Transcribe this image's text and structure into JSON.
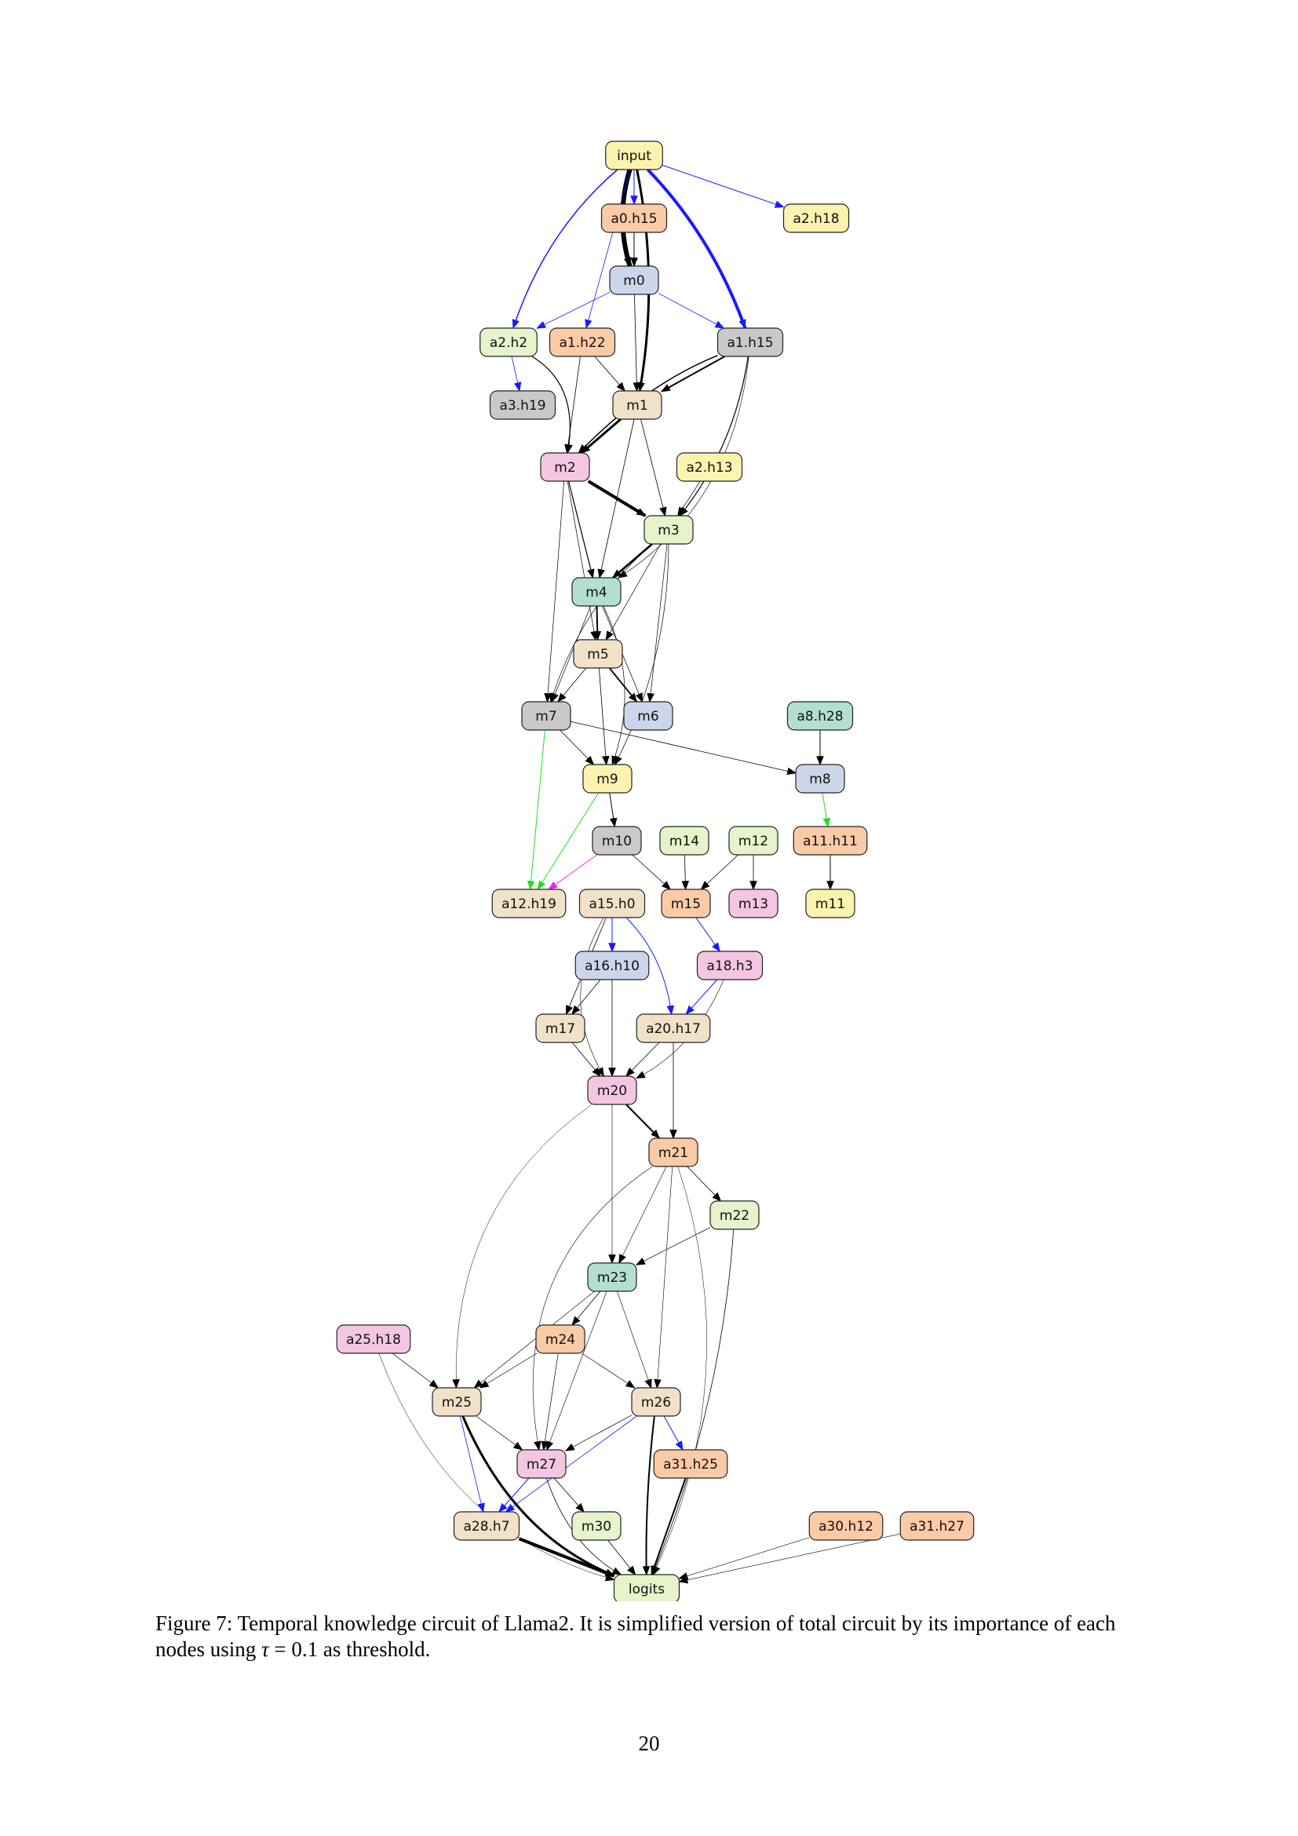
{
  "colors": {
    "yellow": "#fdf3b0",
    "peach": "#fbcaa6",
    "blue": "#ccd6ea",
    "lightgreen": "#e6f3cb",
    "grey": "#c9c9c9",
    "pink": "#f4c6e2",
    "beige": "#f1e1c8",
    "teal": "#b2e0cd",
    "edge_black": "#000000",
    "edge_blue": "#1a1aff",
    "edge_green": "#22dd22",
    "edge_magenta": "#ee22ee"
  },
  "nodes": [
    {
      "id": "input",
      "label": "input",
      "color": "yellow"
    },
    {
      "id": "a0h15",
      "label": "a0.h15",
      "color": "peach"
    },
    {
      "id": "a2h18",
      "label": "a2.h18",
      "color": "yellow"
    },
    {
      "id": "m0",
      "label": "m0",
      "color": "blue"
    },
    {
      "id": "a2h2",
      "label": "a2.h2",
      "color": "lightgreen"
    },
    {
      "id": "a1h22",
      "label": "a1.h22",
      "color": "peach"
    },
    {
      "id": "a1h15",
      "label": "a1.h15",
      "color": "grey"
    },
    {
      "id": "a3h19",
      "label": "a3.h19",
      "color": "grey"
    },
    {
      "id": "m1",
      "label": "m1",
      "color": "beige"
    },
    {
      "id": "m2",
      "label": "m2",
      "color": "pink"
    },
    {
      "id": "a2h13",
      "label": "a2.h13",
      "color": "yellow"
    },
    {
      "id": "m3",
      "label": "m3",
      "color": "lightgreen"
    },
    {
      "id": "m4",
      "label": "m4",
      "color": "teal"
    },
    {
      "id": "m5",
      "label": "m5",
      "color": "beige"
    },
    {
      "id": "m7",
      "label": "m7",
      "color": "grey"
    },
    {
      "id": "m6",
      "label": "m6",
      "color": "blue"
    },
    {
      "id": "a8h28",
      "label": "a8.h28",
      "color": "teal"
    },
    {
      "id": "m9",
      "label": "m9",
      "color": "yellow"
    },
    {
      "id": "m8",
      "label": "m8",
      "color": "blue"
    },
    {
      "id": "m10",
      "label": "m10",
      "color": "grey"
    },
    {
      "id": "m14",
      "label": "m14",
      "color": "lightgreen"
    },
    {
      "id": "m12",
      "label": "m12",
      "color": "lightgreen"
    },
    {
      "id": "a11h11",
      "label": "a11.h11",
      "color": "peach"
    },
    {
      "id": "a12h19",
      "label": "a12.h19",
      "color": "beige"
    },
    {
      "id": "a15h0",
      "label": "a15.h0",
      "color": "beige"
    },
    {
      "id": "m15",
      "label": "m15",
      "color": "peach"
    },
    {
      "id": "m13",
      "label": "m13",
      "color": "pink"
    },
    {
      "id": "m11",
      "label": "m11",
      "color": "yellow"
    },
    {
      "id": "a16h10",
      "label": "a16.h10",
      "color": "blue"
    },
    {
      "id": "a18h3",
      "label": "a18.h3",
      "color": "pink"
    },
    {
      "id": "m17",
      "label": "m17",
      "color": "beige"
    },
    {
      "id": "a20h17",
      "label": "a20.h17",
      "color": "beige"
    },
    {
      "id": "m20",
      "label": "m20",
      "color": "pink"
    },
    {
      "id": "m21",
      "label": "m21",
      "color": "peach"
    },
    {
      "id": "m22",
      "label": "m22",
      "color": "lightgreen"
    },
    {
      "id": "m23",
      "label": "m23",
      "color": "teal"
    },
    {
      "id": "a25h18",
      "label": "a25.h18",
      "color": "pink"
    },
    {
      "id": "m24",
      "label": "m24",
      "color": "peach"
    },
    {
      "id": "m25",
      "label": "m25",
      "color": "beige"
    },
    {
      "id": "m26",
      "label": "m26",
      "color": "beige"
    },
    {
      "id": "m27",
      "label": "m27",
      "color": "pink"
    },
    {
      "id": "a31h25",
      "label": "a31.h25",
      "color": "peach"
    },
    {
      "id": "a28h7",
      "label": "a28.h7",
      "color": "beige"
    },
    {
      "id": "m30",
      "label": "m30",
      "color": "lightgreen"
    },
    {
      "id": "a30h12",
      "label": "a30.h12",
      "color": "peach"
    },
    {
      "id": "a31h27",
      "label": "a31.h27",
      "color": "peach"
    },
    {
      "id": "logits",
      "label": "logits",
      "color": "lightgreen"
    }
  ],
  "edges": [
    {
      "from": "input",
      "to": "a0h15",
      "color": "edge_blue",
      "weight": 1
    },
    {
      "from": "input",
      "to": "a2h18",
      "color": "edge_blue",
      "weight": 1
    },
    {
      "from": "input",
      "to": "m0",
      "color": "edge_black",
      "weight": 6
    },
    {
      "from": "input",
      "to": "a2h2",
      "color": "edge_blue",
      "weight": 1.5
    },
    {
      "from": "input",
      "to": "a1h22",
      "color": "edge_blue",
      "weight": 0.8
    },
    {
      "from": "input",
      "to": "a1h15",
      "color": "edge_blue",
      "weight": 4
    },
    {
      "from": "input",
      "to": "m1",
      "color": "edge_black",
      "weight": 3
    },
    {
      "from": "a0h15",
      "to": "m0",
      "color": "edge_black",
      "weight": 1
    },
    {
      "from": "m0",
      "to": "a2h2",
      "color": "edge_blue",
      "weight": 0.8
    },
    {
      "from": "m0",
      "to": "a1h15",
      "color": "edge_blue",
      "weight": 0.8
    },
    {
      "from": "m0",
      "to": "m1",
      "color": "edge_black",
      "weight": 0.8
    },
    {
      "from": "a2h2",
      "to": "a3h19",
      "color": "edge_blue",
      "weight": 0.8
    },
    {
      "from": "a2h2",
      "to": "m2",
      "color": "edge_black",
      "weight": 1.2
    },
    {
      "from": "a1h22",
      "to": "m1",
      "color": "edge_black",
      "weight": 0.8
    },
    {
      "from": "a1h22",
      "to": "m2",
      "color": "edge_black",
      "weight": 0.8
    },
    {
      "from": "a1h15",
      "to": "m1",
      "color": "edge_black",
      "weight": 2
    },
    {
      "from": "a1h15",
      "to": "m2",
      "color": "edge_black",
      "weight": 1.5
    },
    {
      "from": "a1h15",
      "to": "m3",
      "color": "edge_black",
      "weight": 1.2
    },
    {
      "from": "a1h15",
      "to": "m4",
      "color": "edge_black",
      "weight": 0.6
    },
    {
      "from": "m1",
      "to": "m2",
      "color": "edge_black",
      "weight": 3
    },
    {
      "from": "m1",
      "to": "m3",
      "color": "edge_black",
      "weight": 0.8
    },
    {
      "from": "m1",
      "to": "m4",
      "color": "edge_black",
      "weight": 0.8
    },
    {
      "from": "m2",
      "to": "m3",
      "color": "edge_black",
      "weight": 4
    },
    {
      "from": "m2",
      "to": "m4",
      "color": "edge_black",
      "weight": 1.2
    },
    {
      "from": "m2",
      "to": "m5",
      "color": "edge_black",
      "weight": 0.7
    },
    {
      "from": "m2",
      "to": "m7",
      "color": "edge_black",
      "weight": 0.7
    },
    {
      "from": "a2h13",
      "to": "m3",
      "color": "edge_black",
      "weight": 0.7
    },
    {
      "from": "m3",
      "to": "m4",
      "color": "edge_black",
      "weight": 2.5
    },
    {
      "from": "m3",
      "to": "m5",
      "color": "edge_black",
      "weight": 0.7
    },
    {
      "from": "m3",
      "to": "m6",
      "color": "edge_black",
      "weight": 0.7
    },
    {
      "from": "m3",
      "to": "m7",
      "color": "edge_black",
      "weight": 0.7
    },
    {
      "from": "m3",
      "to": "m9",
      "color": "edge_black",
      "weight": 0.7
    },
    {
      "from": "m4",
      "to": "m5",
      "color": "edge_black",
      "weight": 2
    },
    {
      "from": "m4",
      "to": "m6",
      "color": "edge_black",
      "weight": 0.7
    },
    {
      "from": "m4",
      "to": "m7",
      "color": "edge_black",
      "weight": 0.7
    },
    {
      "from": "m4",
      "to": "m9",
      "color": "edge_black",
      "weight": 0.7
    },
    {
      "from": "m5",
      "to": "m6",
      "color": "edge_black",
      "weight": 1.8
    },
    {
      "from": "m5",
      "to": "m7",
      "color": "edge_black",
      "weight": 0.8
    },
    {
      "from": "m5",
      "to": "m9",
      "color": "edge_black",
      "weight": 0.8
    },
    {
      "from": "m7",
      "to": "m9",
      "color": "edge_black",
      "weight": 0.8
    },
    {
      "from": "m7",
      "to": "m8",
      "color": "edge_black",
      "weight": 0.8
    },
    {
      "from": "m7",
      "to": "a12h19",
      "color": "edge_green",
      "weight": 1
    },
    {
      "from": "a8h28",
      "to": "m8",
      "color": "edge_black",
      "weight": 1
    },
    {
      "from": "m8",
      "to": "a11h11",
      "color": "edge_green",
      "weight": 1
    },
    {
      "from": "m9",
      "to": "m10",
      "color": "edge_black",
      "weight": 1
    },
    {
      "from": "m9",
      "to": "a12h19",
      "color": "edge_green",
      "weight": 1
    },
    {
      "from": "m10",
      "to": "a12h19",
      "color": "edge_magenta",
      "weight": 1
    },
    {
      "from": "m10",
      "to": "m15",
      "color": "edge_black",
      "weight": 0.8
    },
    {
      "from": "m14",
      "to": "m15",
      "color": "edge_black",
      "weight": 0.8
    },
    {
      "from": "m12",
      "to": "m15",
      "color": "edge_black",
      "weight": 0.8
    },
    {
      "from": "m12",
      "to": "m13",
      "color": "edge_black",
      "weight": 0.8
    },
    {
      "from": "a11h11",
      "to": "m11",
      "color": "edge_black",
      "weight": 1
    },
    {
      "from": "a15h0",
      "to": "a16h10",
      "color": "edge_blue",
      "weight": 1
    },
    {
      "from": "a15h0",
      "to": "a20h17",
      "color": "edge_blue",
      "weight": 1
    },
    {
      "from": "a15h0",
      "to": "m17",
      "color": "edge_black",
      "weight": 0.8
    },
    {
      "from": "a15h0",
      "to": "m20",
      "color": "edge_black",
      "weight": 0.6
    },
    {
      "from": "m15",
      "to": "a18h3",
      "color": "edge_blue",
      "weight": 1
    },
    {
      "from": "a16h10",
      "to": "m17",
      "color": "edge_black",
      "weight": 0.8
    },
    {
      "from": "a16h10",
      "to": "m20",
      "color": "edge_black",
      "weight": 0.8
    },
    {
      "from": "a18h3",
      "to": "a20h17",
      "color": "edge_blue",
      "weight": 1
    },
    {
      "from": "a18h3",
      "to": "m20",
      "color": "edge_black",
      "weight": 0.6
    },
    {
      "from": "m17",
      "to": "m20",
      "color": "edge_black",
      "weight": 0.8
    },
    {
      "from": "a20h17",
      "to": "m20",
      "color": "edge_black",
      "weight": 0.8
    },
    {
      "from": "a20h17",
      "to": "m21",
      "color": "edge_black",
      "weight": 0.8
    },
    {
      "from": "m20",
      "to": "m21",
      "color": "edge_black",
      "weight": 2
    },
    {
      "from": "m20",
      "to": "m23",
      "color": "edge_black",
      "weight": 0.6
    },
    {
      "from": "m20",
      "to": "m25",
      "color": "edge_black",
      "weight": 0.5
    },
    {
      "from": "m21",
      "to": "m22",
      "color": "edge_black",
      "weight": 0.8
    },
    {
      "from": "m21",
      "to": "m23",
      "color": "edge_black",
      "weight": 0.6
    },
    {
      "from": "m21",
      "to": "m26",
      "color": "edge_black",
      "weight": 0.6
    },
    {
      "from": "m21",
      "to": "m27",
      "color": "edge_black",
      "weight": 0.6
    },
    {
      "from": "m21",
      "to": "logits",
      "color": "edge_black",
      "weight": 0.5
    },
    {
      "from": "m22",
      "to": "m23",
      "color": "edge_black",
      "weight": 0.7
    },
    {
      "from": "m22",
      "to": "logits",
      "color": "edge_black",
      "weight": 0.8
    },
    {
      "from": "m23",
      "to": "m24",
      "color": "edge_black",
      "weight": 0.8
    },
    {
      "from": "m23",
      "to": "m25",
      "color": "edge_black",
      "weight": 0.6
    },
    {
      "from": "m23",
      "to": "m26",
      "color": "edge_black",
      "weight": 0.6
    },
    {
      "from": "m23",
      "to": "m27",
      "color": "edge_black",
      "weight": 0.6
    },
    {
      "from": "a25h18",
      "to": "m25",
      "color": "edge_black",
      "weight": 0.7
    },
    {
      "from": "a25h18",
      "to": "logits",
      "color": "edge_black",
      "weight": 0.5
    },
    {
      "from": "m24",
      "to": "m25",
      "color": "edge_black",
      "weight": 0.7
    },
    {
      "from": "m24",
      "to": "m26",
      "color": "edge_black",
      "weight": 0.7
    },
    {
      "from": "m24",
      "to": "m27",
      "color": "edge_black",
      "weight": 0.7
    },
    {
      "from": "m25",
      "to": "m27",
      "color": "edge_black",
      "weight": 0.7
    },
    {
      "from": "m25",
      "to": "a28h7",
      "color": "edge_blue",
      "weight": 0.8
    },
    {
      "from": "m25",
      "to": "logits",
      "color": "edge_black",
      "weight": 3
    },
    {
      "from": "m26",
      "to": "m27",
      "color": "edge_black",
      "weight": 0.7
    },
    {
      "from": "m26",
      "to": "a31h25",
      "color": "edge_blue",
      "weight": 1
    },
    {
      "from": "m26",
      "to": "a28h7",
      "color": "edge_blue",
      "weight": 0.8
    },
    {
      "from": "m26",
      "to": "logits",
      "color": "edge_black",
      "weight": 2
    },
    {
      "from": "m27",
      "to": "a28h7",
      "color": "edge_blue",
      "weight": 1
    },
    {
      "from": "m27",
      "to": "m30",
      "color": "edge_black",
      "weight": 0.8
    },
    {
      "from": "m27",
      "to": "logits",
      "color": "edge_black",
      "weight": 0.8
    },
    {
      "from": "a31h25",
      "to": "logits",
      "color": "edge_black",
      "weight": 2
    },
    {
      "from": "a28h7",
      "to": "logits",
      "color": "edge_black",
      "weight": 4
    },
    {
      "from": "m30",
      "to": "logits",
      "color": "edge_black",
      "weight": 0.8
    },
    {
      "from": "a30h12",
      "to": "logits",
      "color": "edge_black",
      "weight": 0.6
    },
    {
      "from": "a31h27",
      "to": "logits",
      "color": "edge_black",
      "weight": 0.6
    }
  ],
  "caption": {
    "prefix": "Figure 7: Temporal knowledge circuit of Llama2. It is simplified version of total circuit by its importance of each nodes using ",
    "tau_symbol": "τ",
    "equals": " = 0.1",
    "suffix": " as threshold."
  },
  "page_number": "20"
}
